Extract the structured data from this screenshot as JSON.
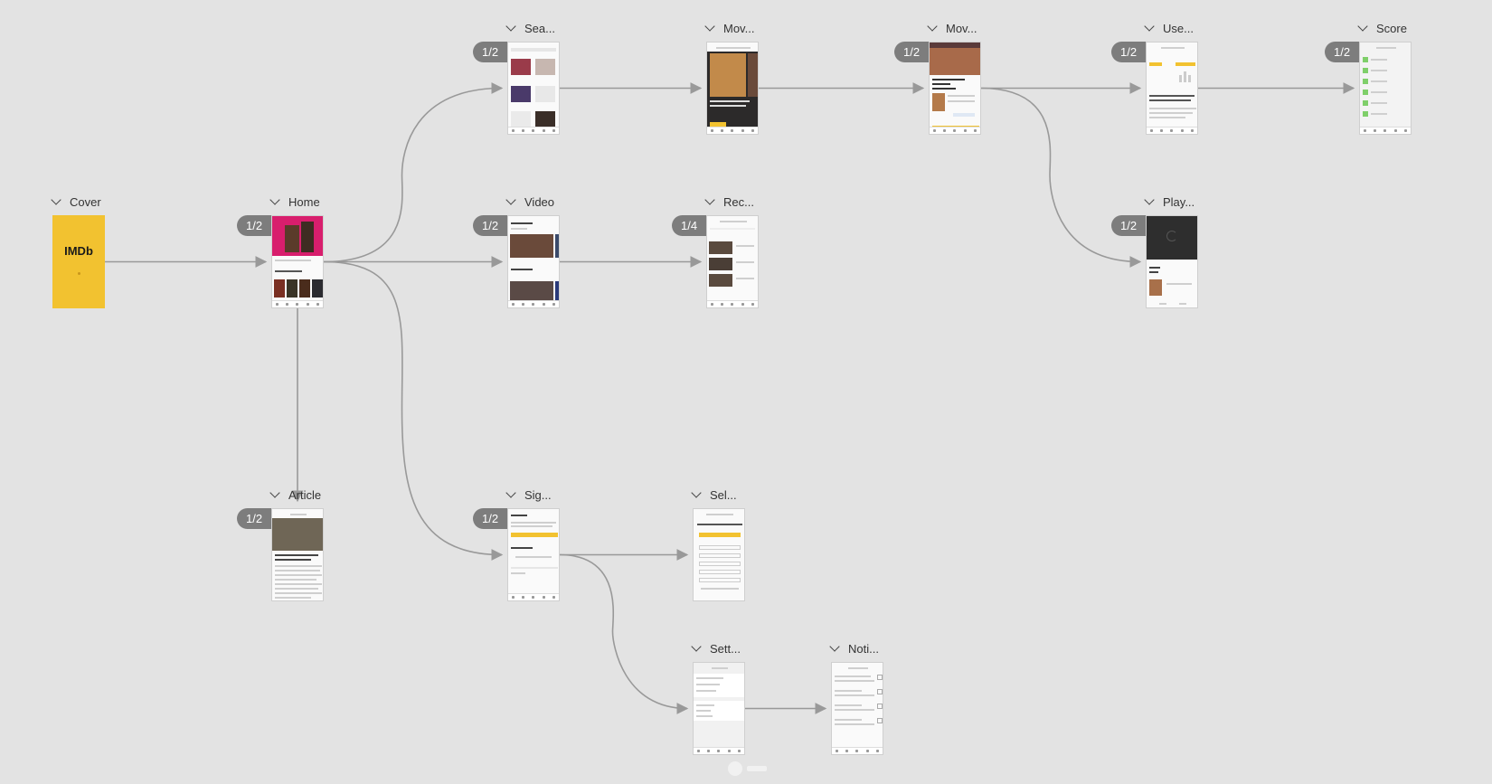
{
  "app": {
    "colors": {
      "canvas": "#e3e3e3",
      "link": "#999999",
      "badge": "#7d7d7d",
      "imdb_yellow": "#f2c230"
    }
  },
  "nodes": {
    "cover": {
      "title": "Cover",
      "logo": "IMDb"
    },
    "home": {
      "title": "Home",
      "badge": "1/2"
    },
    "search": {
      "title": "Sea...",
      "badge": "1/2"
    },
    "video": {
      "title": "Video",
      "badge": "1/2"
    },
    "article": {
      "title": "Article",
      "badge": "1/2"
    },
    "signin": {
      "title": "Sig...",
      "badge": "1/2"
    },
    "movie_list": {
      "title": "Mov..."
    },
    "recommend": {
      "title": "Rec...",
      "badge": "1/4"
    },
    "select": {
      "title": "Sel..."
    },
    "settings": {
      "title": "Sett..."
    },
    "movie_detail": {
      "title": "Mov...",
      "badge": "1/2"
    },
    "notifications": {
      "title": "Noti..."
    },
    "user_reviews": {
      "title": "Use...",
      "badge": "1/2"
    },
    "player": {
      "title": "Play...",
      "badge": "1/2"
    },
    "score": {
      "title": "Score",
      "badge": "1/2"
    }
  },
  "links": [
    [
      "cover",
      "home"
    ],
    [
      "home",
      "search"
    ],
    [
      "home",
      "video"
    ],
    [
      "home",
      "signin"
    ],
    [
      "home",
      "article"
    ],
    [
      "search",
      "movie_list"
    ],
    [
      "movie_list",
      "movie_detail"
    ],
    [
      "movie_detail",
      "user_reviews"
    ],
    [
      "movie_detail",
      "player"
    ],
    [
      "user_reviews",
      "score"
    ],
    [
      "video",
      "recommend"
    ],
    [
      "signin",
      "select"
    ],
    [
      "signin",
      "settings"
    ],
    [
      "settings",
      "notifications"
    ]
  ],
  "icons": {
    "collapse": "chevron-down-icon",
    "link_end": "arrowhead-icon"
  }
}
